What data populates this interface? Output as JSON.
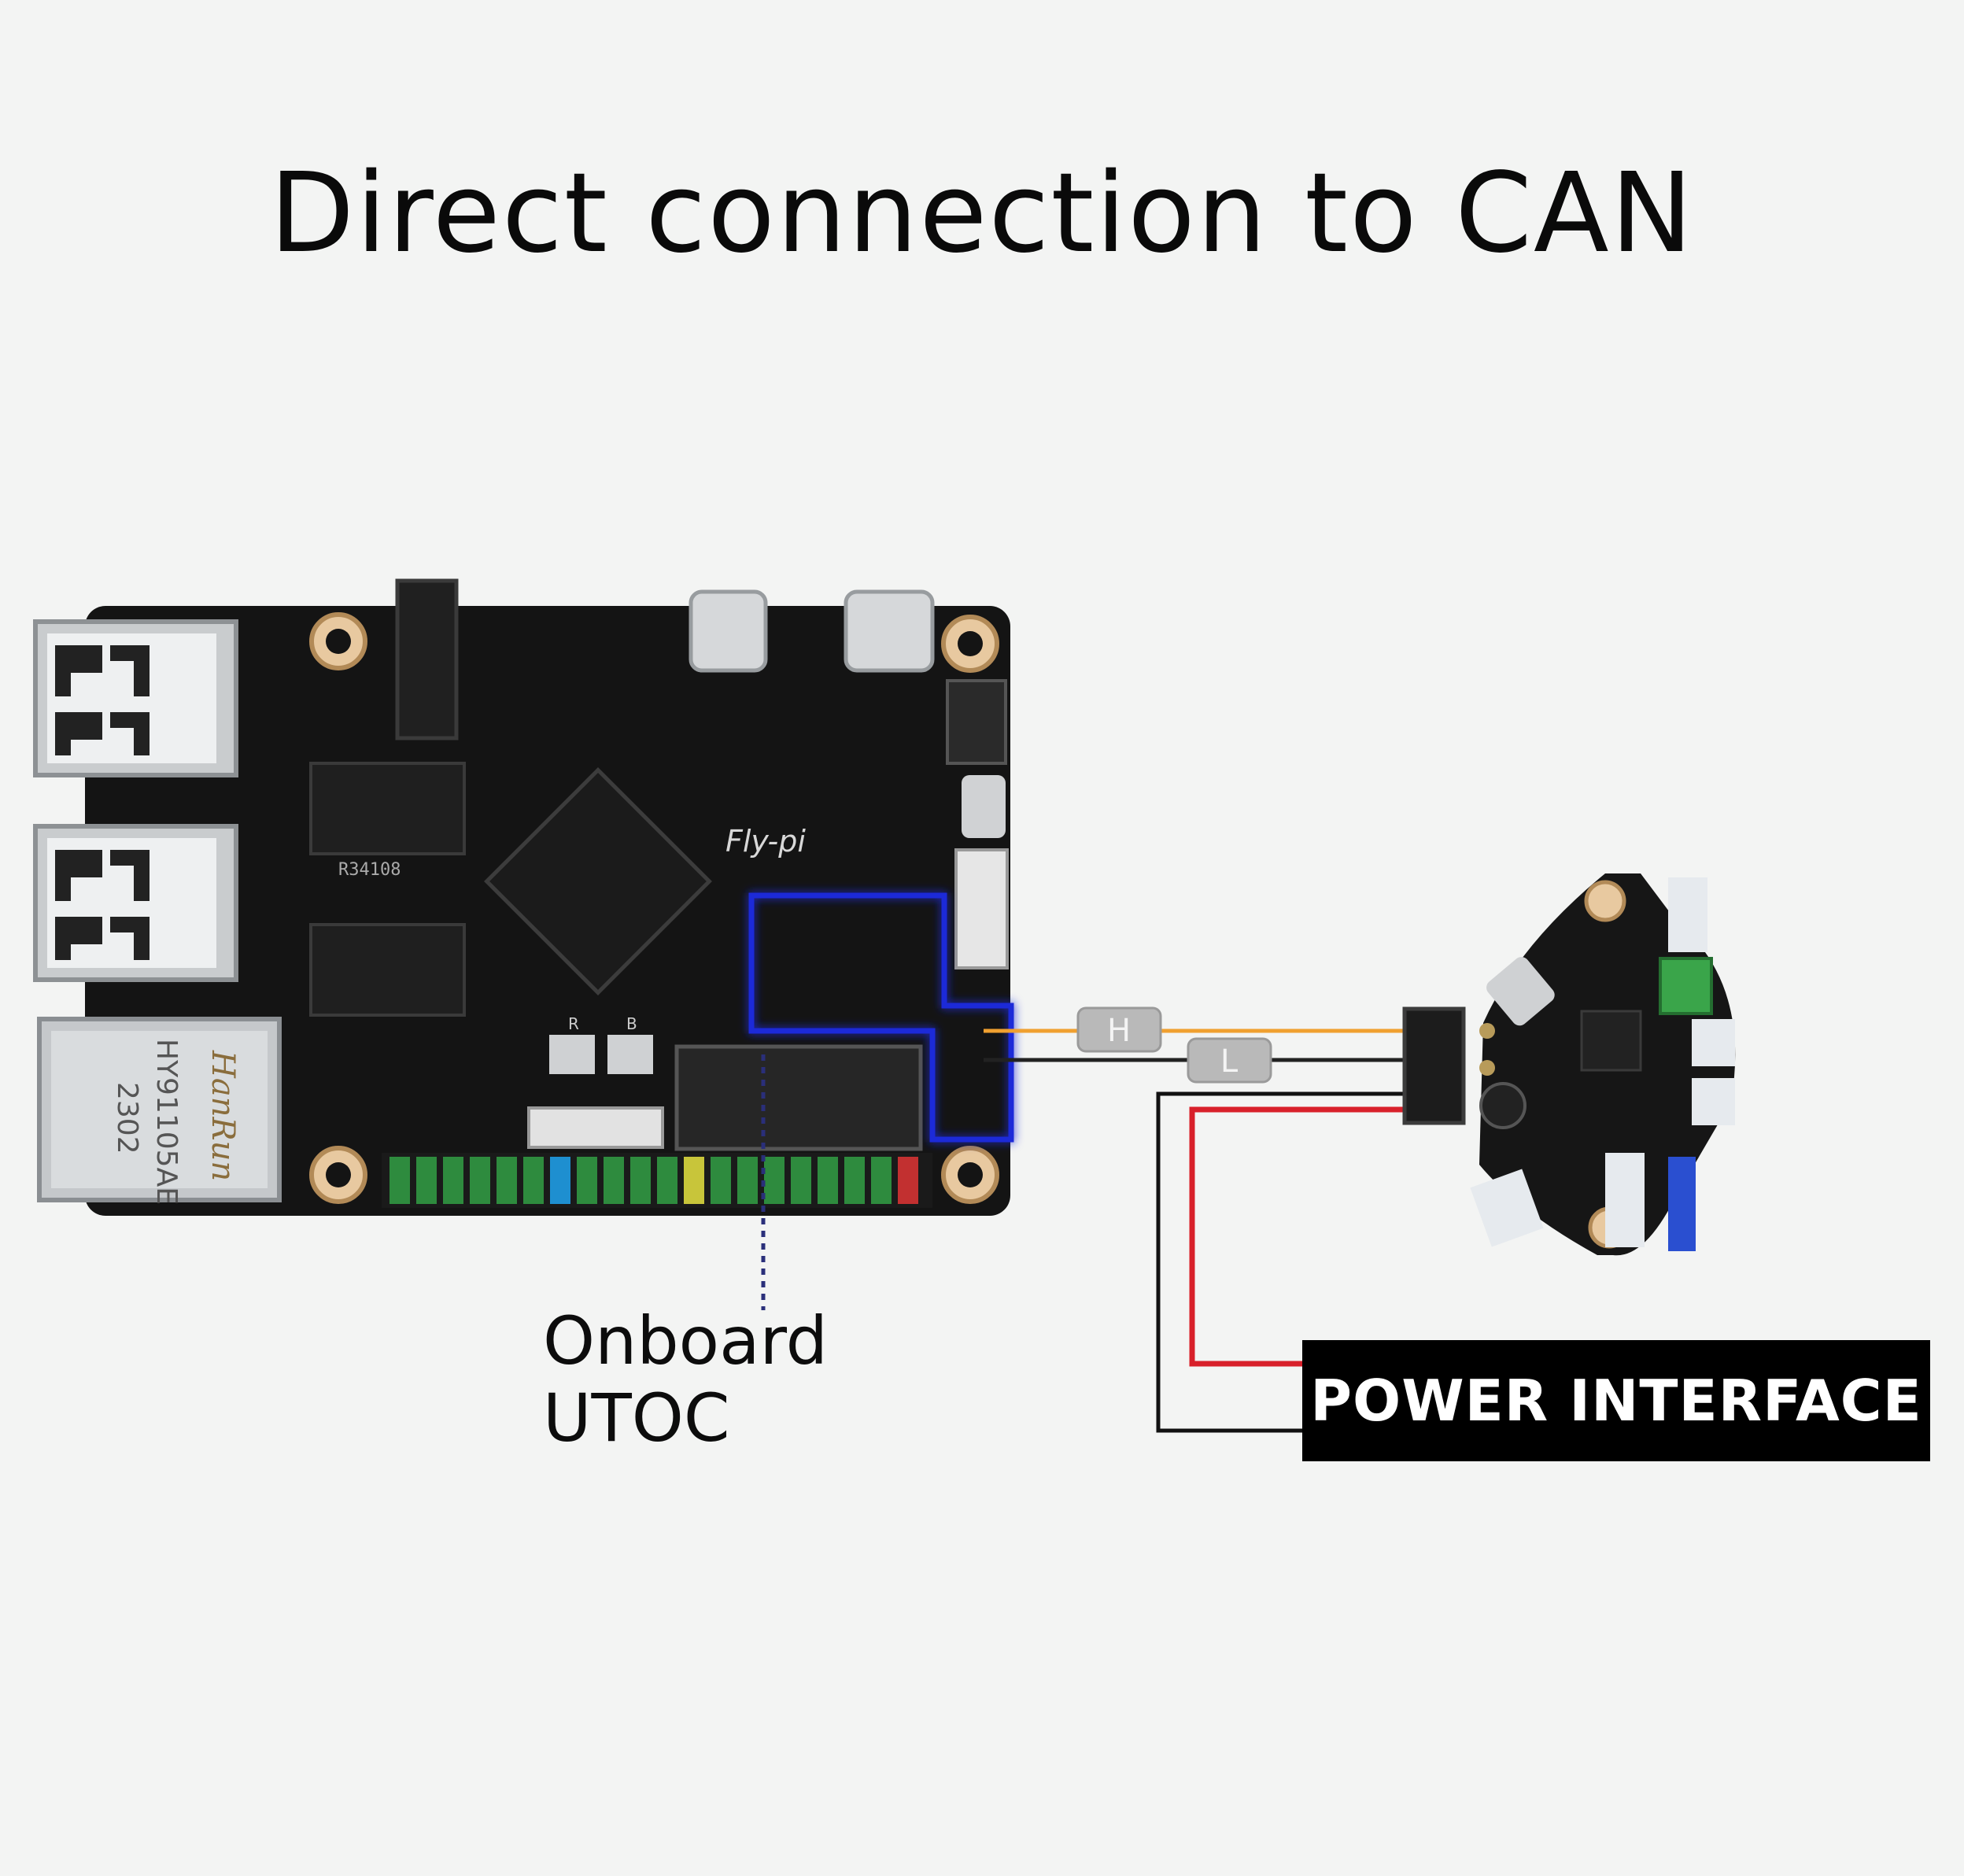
{
  "title": "Direct connection to CAN",
  "main_board": {
    "brand_label": "Fly-pi",
    "chip_labels": {
      "rj45_model": "HY91105AE",
      "rj45_brand": "HanRun",
      "rj45_date": "2302",
      "chip_code": "R34108",
      "button_r": "R",
      "button_b": "B"
    }
  },
  "wires": {
    "h_label": "H",
    "l_label": "L",
    "colors": {
      "can_h": "#f0a030",
      "can_l": "#222222",
      "power_pos": "#d8202a",
      "power_neg": "#111111",
      "utoc_highlight": "#1a2ad8"
    }
  },
  "utoc_label": "Onboard UTOC",
  "power_label": "POWER INTERFACE"
}
